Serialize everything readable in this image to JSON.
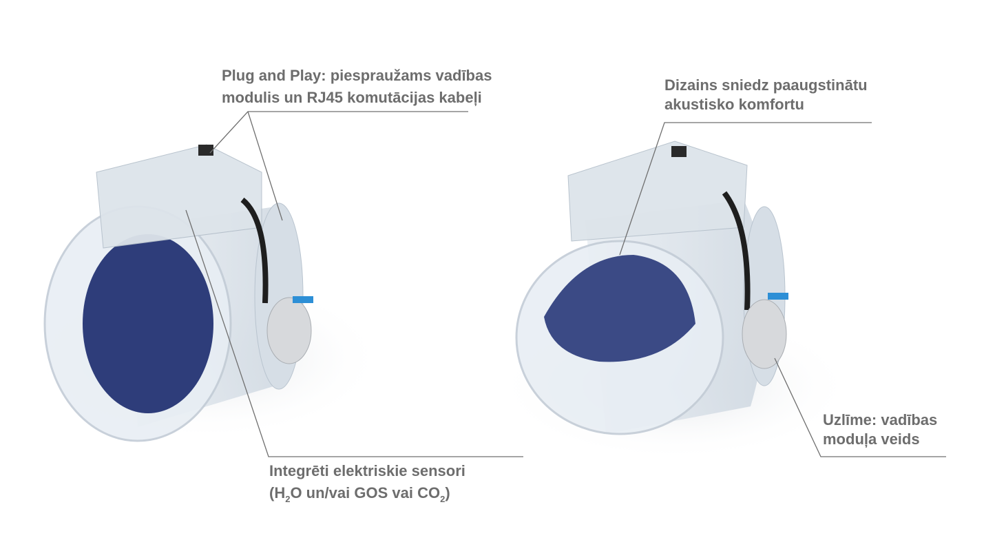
{
  "colors": {
    "text": "#6d6d6d",
    "line": "#6f6f6f",
    "damper_blue": "#2e3d7a",
    "housing": "#dfe6ee"
  },
  "callouts": {
    "plug_and_play": {
      "line1": "Plug and Play: piespraužams vadības",
      "line2": "modulis un RJ45 komutācijas kabeļi"
    },
    "design": {
      "line1": "Dizains sniedz paaugstinātu",
      "line2": "akustisko komfortu"
    },
    "sensors": {
      "line1": "Integrēti elektriskie sensori",
      "line2_a": "(H",
      "sub1": "2",
      "line2_b": "O un/vai GOS vai CO",
      "sub2": "2",
      "line2_c": ")"
    },
    "label": {
      "line1": "Uzlīme: vadības",
      "line2": "moduļa veids"
    }
  }
}
